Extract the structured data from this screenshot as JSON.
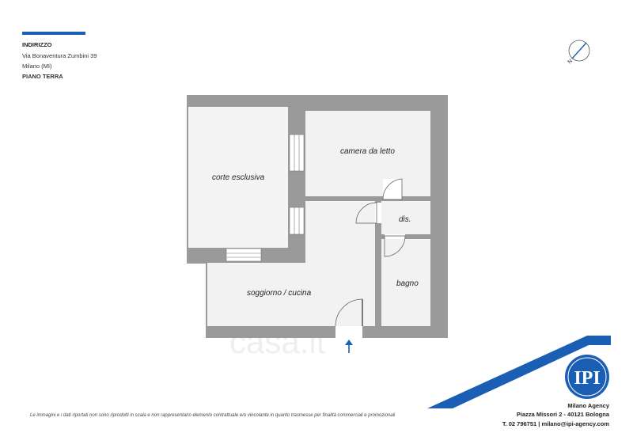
{
  "address": {
    "title": "INDIRIZZO",
    "street": "Via Bonaventura Zumbini 39",
    "city": "Milano (MI)",
    "floor": "PIANO TERRA"
  },
  "compass": {
    "label": "N"
  },
  "rooms": {
    "corte": "corte esclusiva",
    "camera": "camera da letto",
    "dis": "dis.",
    "bagno": "bagno",
    "soggiorno": "soggiorno / cucina"
  },
  "disclaimer": "Le immagini e i dati riportati non sono riprodotti in scala e non rappresentano elemento contrattuale e/o vincolante in quanto trasmesse per finalità commerciali e promozionali",
  "agency": {
    "logo_text": "IPI",
    "name": "Milano Agency",
    "address": "Piazza Missori 2 - 40121 Bologna",
    "contact": "T. 02 796751 | milano@ipi-agency.com"
  },
  "watermark": "casa.it",
  "colors": {
    "brand_blue": "#1a5fb4",
    "wall": "#9a9a9a",
    "floor": "#f2f2f2"
  }
}
